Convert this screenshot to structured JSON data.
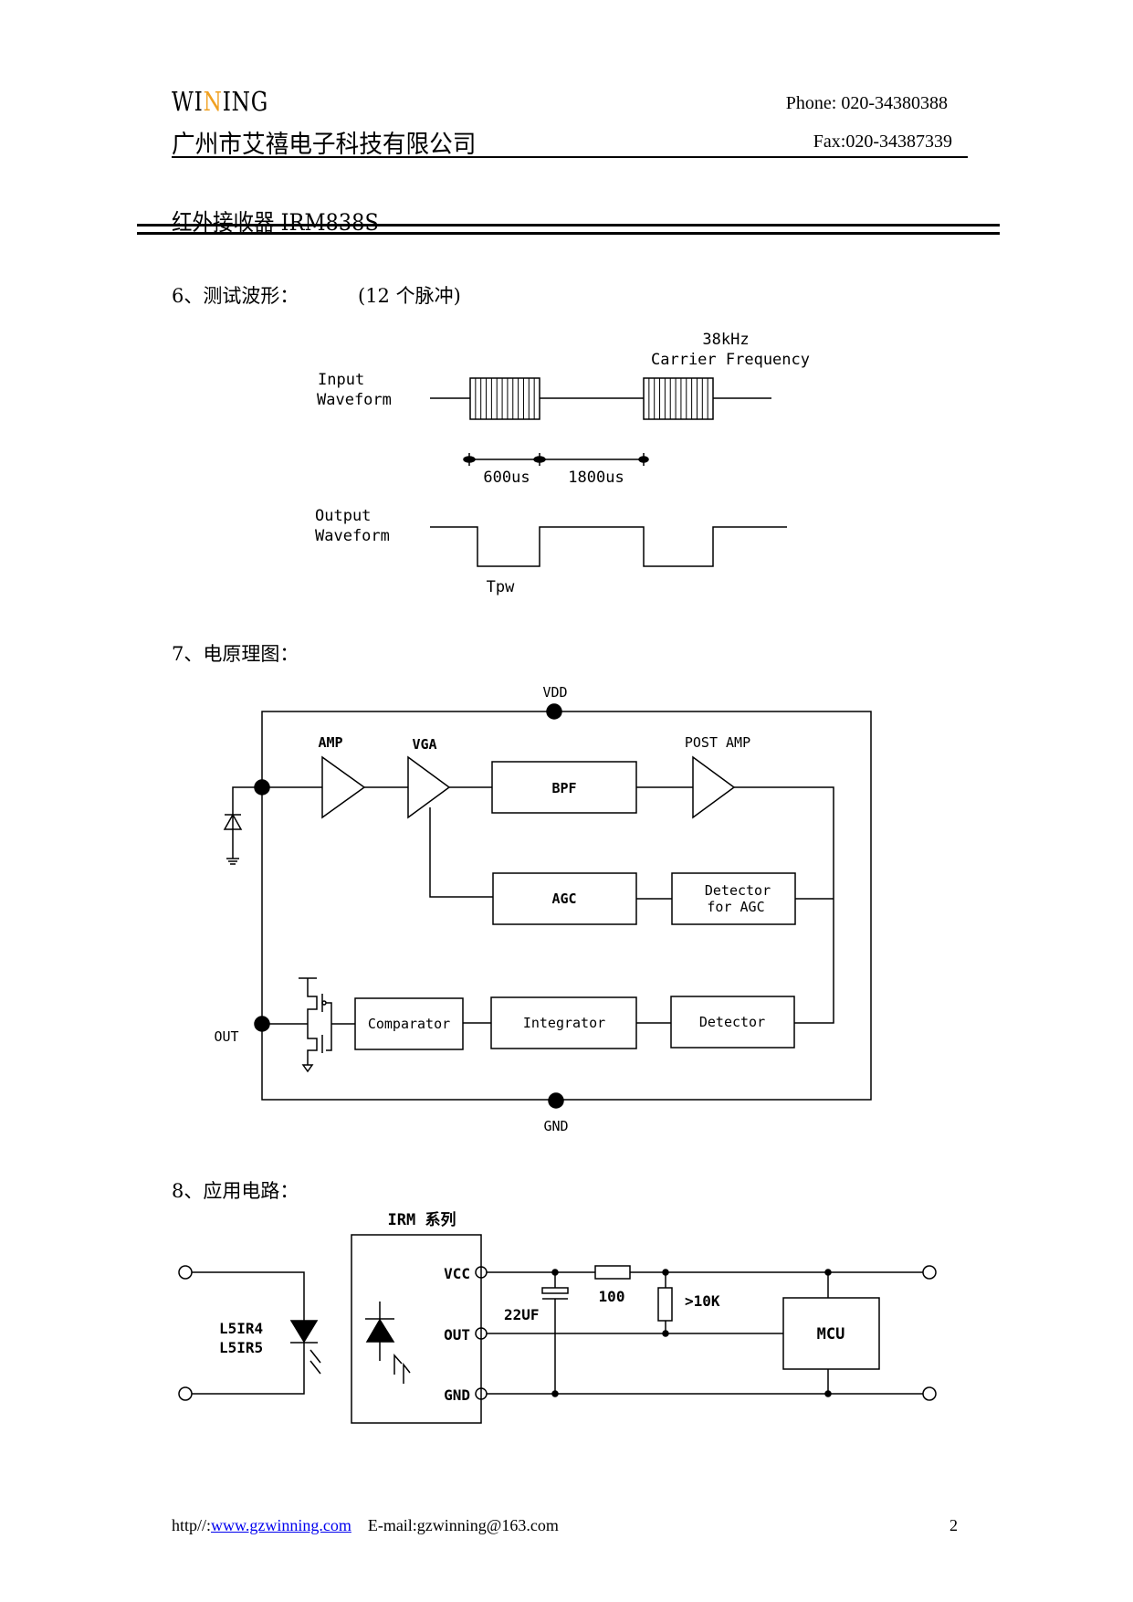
{
  "header": {
    "brand_parts": [
      "WI",
      "N",
      "ING"
    ],
    "brand_accent_color": "#f0a020",
    "company": "广州市艾禧电子科技有限公司",
    "phone": "Phone: 020-34380388",
    "fax": "Fax:020-34387339"
  },
  "doc_title": "红外接收器 IRM838S",
  "section6": {
    "heading": "6、测试波形：",
    "note": "(12 个脉冲)",
    "diagram": {
      "carrier_freq": "38kHz",
      "carrier_label": "Carrier Frequency",
      "input_label": [
        "Input",
        "Waveform"
      ],
      "output_label": [
        "Output",
        "Waveform"
      ],
      "t_burst": "600us",
      "t_gap": "1800us",
      "tpw": "Tpw",
      "pulses_per_burst": 12
    }
  },
  "section7": {
    "heading": "7、电原理图：",
    "diagram": {
      "vdd": "VDD",
      "gnd": "GND",
      "out": "OUT",
      "amp": "AMP",
      "vga": "VGA",
      "post_amp": "POST AMP",
      "bpf": "BPF",
      "agc": "AGC",
      "det_agc": [
        "Detector",
        "for AGC"
      ],
      "comparator": "Comparator",
      "integrator": "Integrator",
      "detector": "Detector"
    }
  },
  "section8": {
    "heading": "8、应用电路：",
    "diagram": {
      "irm_title": "IRM 系列",
      "pins": [
        "VCC",
        "OUT",
        "GND"
      ],
      "led_labels": [
        "L5IR4",
        "L5IR5"
      ],
      "cap": "22UF",
      "res1": "100",
      "res2": ">10K",
      "mcu": "MCU"
    }
  },
  "footer": {
    "prefix": "http//:",
    "url": "www.gzwinning.com",
    "email": "E-mail:gzwinning@163.com",
    "page": "2"
  }
}
